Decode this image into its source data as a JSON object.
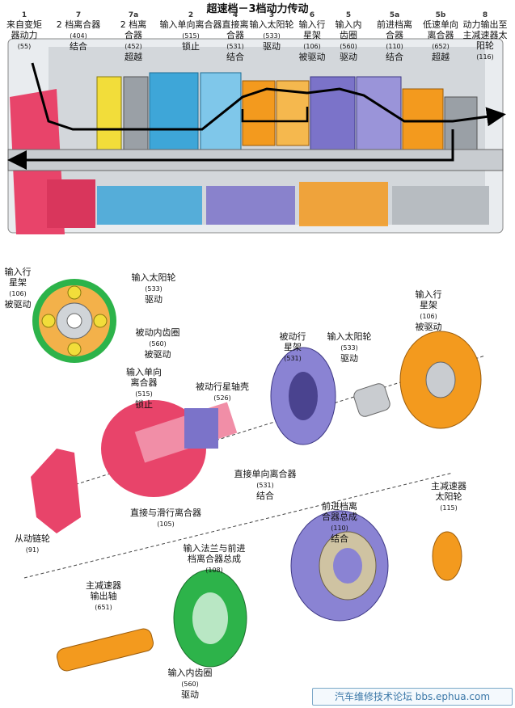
{
  "title": "超速档－3档动力传动",
  "top_labels": [
    {
      "key": "tl-1",
      "num": "1",
      "lines": [
        "来自变矩",
        "器动力"
      ],
      "pn": "(55)",
      "state": ""
    },
    {
      "key": "tl-7",
      "num": "7",
      "lines": [
        "2 档离合器"
      ],
      "pn": "(404)",
      "state": "结合"
    },
    {
      "key": "tl-7a",
      "num": "7a",
      "lines": [
        "2 档离",
        "合器"
      ],
      "pn": "(452)",
      "state": "超越"
    },
    {
      "key": "tl-2",
      "num": "2",
      "lines": [
        "输入单向离合器"
      ],
      "pn": "(515)",
      "state": "锁止"
    },
    {
      "key": "tl-4",
      "num": "4",
      "lines": [
        "直接离",
        "合器"
      ],
      "pn": "(531)",
      "state": "结合"
    },
    {
      "key": "tl-3",
      "num": "3",
      "lines": [
        "输入太阳轮"
      ],
      "pn": "(533)",
      "state": "驱动"
    },
    {
      "key": "tl-6",
      "num": "6",
      "lines": [
        "输入行",
        "星架"
      ],
      "pn": "(106)",
      "state": "被驱动"
    },
    {
      "key": "tl-5",
      "num": "5",
      "lines": [
        "输入内",
        "齿圈"
      ],
      "pn": "(560)",
      "state": "驱动"
    },
    {
      "key": "tl-5a",
      "num": "5a",
      "lines": [
        "前进档离",
        "合器"
      ],
      "pn": "(110)",
      "state": "结合"
    },
    {
      "key": "tl-5b",
      "num": "5b",
      "lines": [
        "低速单向",
        "离合器"
      ],
      "pn": "(652)",
      "state": "超越"
    },
    {
      "key": "tl-8",
      "num": "8",
      "lines": [
        "动力输出至",
        "主减速器太",
        "阳轮"
      ],
      "pn": "(116)",
      "state": ""
    }
  ],
  "parts": [
    {
      "key": "p-carrier-end",
      "lines": [
        "输入行",
        "星架"
      ],
      "pn": "(106)",
      "state": "被驱动"
    },
    {
      "key": "p-sun-end",
      "lines": [
        "输入太阳轮"
      ],
      "pn": "(533)",
      "state": "驱动"
    },
    {
      "key": "p-ring-end",
      "lines": [
        "被动内齿圈"
      ],
      "pn": "(560)",
      "state": "被驱动"
    },
    {
      "key": "p-input-carrier",
      "lines": [
        "输入行",
        "星架"
      ],
      "pn": "(106)",
      "state": "被驱动"
    },
    {
      "key": "p-input-sun",
      "lines": [
        "输入太阳轮"
      ],
      "pn": "(533)",
      "state": "驱动"
    },
    {
      "key": "p-reaction-carrier",
      "lines": [
        "被动行",
        "星架"
      ],
      "pn": "(531)",
      "state": ""
    },
    {
      "key": "p-input-sprag",
      "lines": [
        "输入单向",
        "离合器"
      ],
      "pn": "(515)",
      "state": "锁止"
    },
    {
      "key": "p-reaction-shell",
      "lines": [
        "被动行星轴壳"
      ],
      "pn": "(526)",
      "state": ""
    },
    {
      "key": "p-direct-sprag",
      "lines": [
        "直接单向离合器"
      ],
      "pn": "(531)",
      "state": "结合"
    },
    {
      "key": "p-coast-clutch",
      "lines": [
        "直接与滑行离合器"
      ],
      "pn": "(105)",
      "state": ""
    },
    {
      "key": "p-driven-sprocket",
      "lines": [
        "从动链轮"
      ],
      "pn": "(91)",
      "state": ""
    },
    {
      "key": "p-final-sun",
      "lines": [
        "主减速器",
        "太阳轮"
      ],
      "pn": "(115)",
      "state": ""
    },
    {
      "key": "p-forward-clutch",
      "lines": [
        "前进档离",
        "合器总成"
      ],
      "pn": "(110)",
      "state": "结合"
    },
    {
      "key": "p-input-flange",
      "lines": [
        "输入法兰与前进",
        "档离合器总成"
      ],
      "pn": "(108)",
      "state": ""
    },
    {
      "key": "p-final-shaft",
      "lines": [
        "主减速器",
        "输出轴"
      ],
      "pn": "(651)",
      "state": ""
    },
    {
      "key": "p-input-ring",
      "lines": [
        "输入内齿圈"
      ],
      "pn": "(560)",
      "state": "驱动"
    }
  ],
  "watermark": "汽车维修技术论坛 bbs.ephua.com",
  "colors": {
    "red": "#e8446a",
    "blue": "#3ea6d8",
    "orange": "#f39a1e",
    "green": "#2db34a",
    "purple": "#7b73c9",
    "yellow": "#f2dd3a",
    "gray": "#9aa0a6"
  }
}
